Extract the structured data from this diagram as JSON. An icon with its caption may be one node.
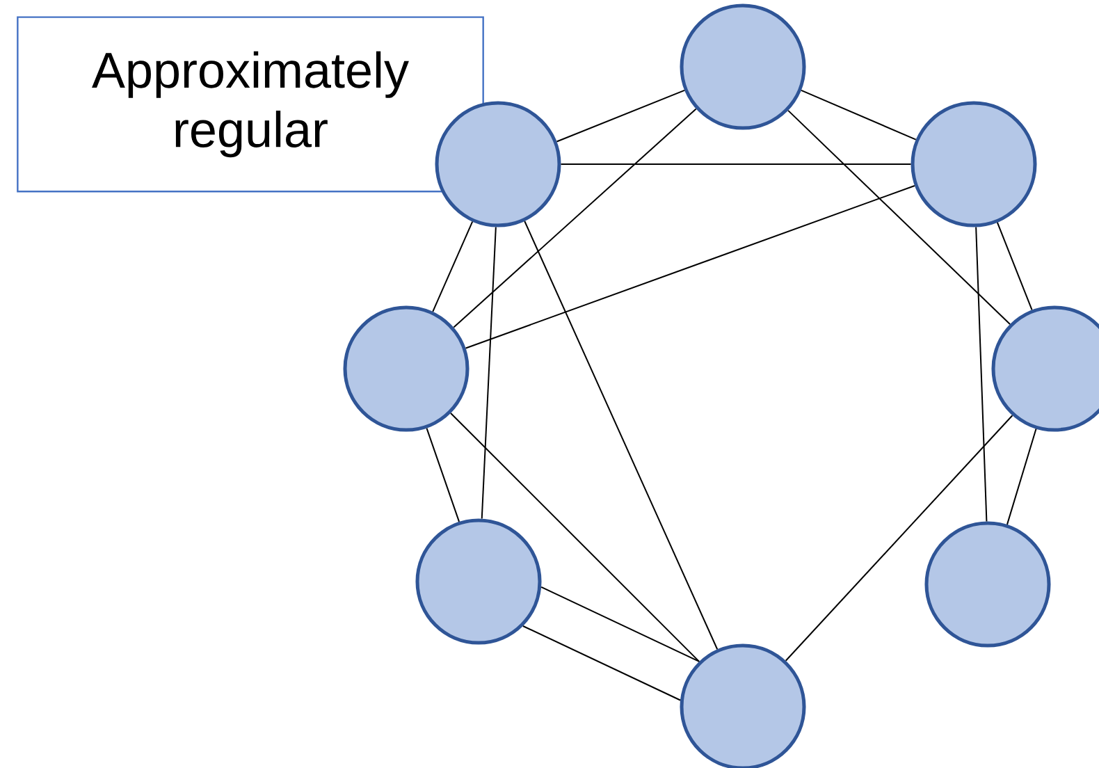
{
  "diagram": {
    "nodes": [
      {
        "text": [
          "Approximately regular"
        ]
      },
      {
        "text": [],
        "shape": "circle"
      },
      {
        "text": [],
        "shape": "circle"
      },
      {
        "text": [],
        "shape": "circle"
      },
      {
        "text": [],
        "shape": "circle"
      },
      {
        "text": [],
        "shape": "circle"
      },
      {
        "text": [],
        "shape": "circle"
      },
      {
        "text": [],
        "shape": "circle"
      },
      {
        "text": [],
        "shape": "circle"
      }
    ],
    "edges": [
      {
        "from": 1,
        "to": 2,
        "arrow": "none"
      },
      {
        "from": 1,
        "to": 3,
        "arrow": "none"
      },
      {
        "from": 2,
        "to": 3,
        "arrow": "none"
      },
      {
        "from": 1,
        "to": 4,
        "arrow": "none"
      },
      {
        "from": 1,
        "to": 5,
        "arrow": "none"
      },
      {
        "from": 2,
        "to": 4,
        "arrow": "none"
      },
      {
        "from": 2,
        "to": 6,
        "arrow": "none"
      },
      {
        "from": 2,
        "to": 8,
        "arrow": "none"
      },
      {
        "from": 3,
        "to": 4,
        "arrow": "none"
      },
      {
        "from": 3,
        "to": 5,
        "arrow": "none"
      },
      {
        "from": 3,
        "to": 7,
        "arrow": "none"
      },
      {
        "from": 4,
        "to": 6,
        "arrow": "none"
      },
      {
        "from": 4,
        "to": 8,
        "arrow": "none"
      },
      {
        "from": 5,
        "to": 7,
        "arrow": "none"
      },
      {
        "from": 5,
        "to": 8,
        "arrow": "none"
      },
      {
        "from": 6,
        "to": 8,
        "arrow": "none"
      },
      {
        "from": 6,
        "to": 8,
        "arrow": "none"
      }
    ]
  }
}
